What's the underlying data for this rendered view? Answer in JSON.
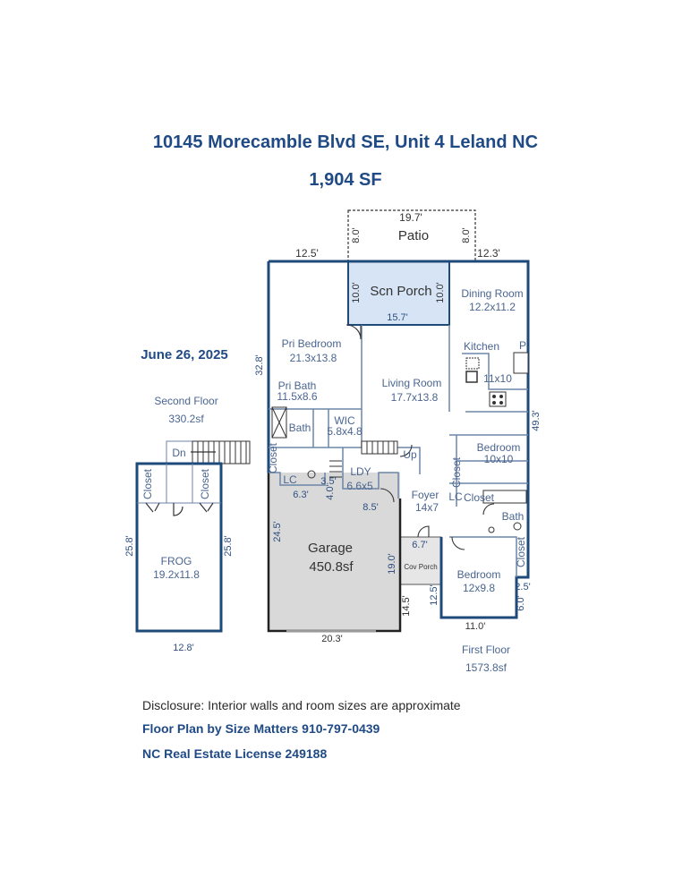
{
  "header": {
    "address": "10145 Morecamble Blvd SE, Unit 4 Leland NC",
    "total_area": "1,904 SF",
    "date": "June 26, 2025"
  },
  "colors": {
    "title": "#1f4a85",
    "walls": "#1e4a7a",
    "screen_porch": "#d6e4f5",
    "garage": "#d9d9d9"
  },
  "second_floor": {
    "label": "Second Floor",
    "area": "330.2sf",
    "stairs_label": "Dn",
    "closet_left": "Closet",
    "closet_right": "Closet",
    "room_name": "FROG",
    "room_size": "19.2x11.8",
    "dim_left": "25.8'",
    "dim_right": "25.8'",
    "dim_bottom": "12.8'"
  },
  "first_floor": {
    "label": "First Floor",
    "area": "1573.8sf",
    "patio": {
      "name": "Patio",
      "width": "19.7'",
      "depth_left": "8.0'",
      "depth_right": "8.0'"
    },
    "scn_porch": {
      "name": "Scn Porch",
      "width": "15.7'",
      "depth_left": "10.0'",
      "depth_right": "10.0'"
    },
    "dims": {
      "top_left": "12.5'",
      "top_right": "12.3'",
      "left": "32.8'",
      "right": "49.3'",
      "garage_left": "24.5'",
      "garage_bottom": "20.3'",
      "garage_right": "19.0'",
      "porch_top": "6.7'",
      "porch_right": "12.5'",
      "porch_left": "14.5'",
      "bed_bottom": "11.0'",
      "bed_step": "2.5'",
      "bed_right": "6.0'",
      "lc_width": "6.3'",
      "ldy_width": "8.5'",
      "ldy_depth": "4.0'",
      "ldy_small": "3.5'"
    },
    "rooms": {
      "dining": {
        "name": "Dining Room",
        "size": "12.2x11.2"
      },
      "pri_bedroom": {
        "name": "Pri Bedroom",
        "size": "21.3x13.8"
      },
      "kitchen": {
        "name": "Kitchen",
        "size": "11x10",
        "pantry": "P"
      },
      "living": {
        "name": "Living Room",
        "size": "17.7x13.8"
      },
      "pri_bath": {
        "name": "Pri Bath",
        "size": "11.5x8.6"
      },
      "bath1": "Bath",
      "wic": {
        "name": "WIC",
        "size": "5.8x4.8"
      },
      "bedroom1": {
        "name": "Bedroom",
        "size": "10x10"
      },
      "up": "Up",
      "closet1": "Closet",
      "lc1": "LC",
      "ldy": {
        "name": "LDY",
        "size": "6.6x5"
      },
      "foyer": {
        "name": "Foyer",
        "size": "14x7"
      },
      "closet2": "Closet",
      "lc2": "LC",
      "closet3": "Closet",
      "bath2": "Bath",
      "garage": {
        "name": "Garage",
        "size": "450.8sf"
      },
      "cov_porch": "Cov Porch",
      "bedroom2": {
        "name": "Bedroom",
        "size": "12x9.8"
      },
      "closet4": "Closet"
    }
  },
  "footer": {
    "disclosure": "Disclosure: Interior walls and room sizes are approximate",
    "credit": "Floor Plan by Size Matters 910-797-0439",
    "license": "NC Real Estate License 249188"
  }
}
